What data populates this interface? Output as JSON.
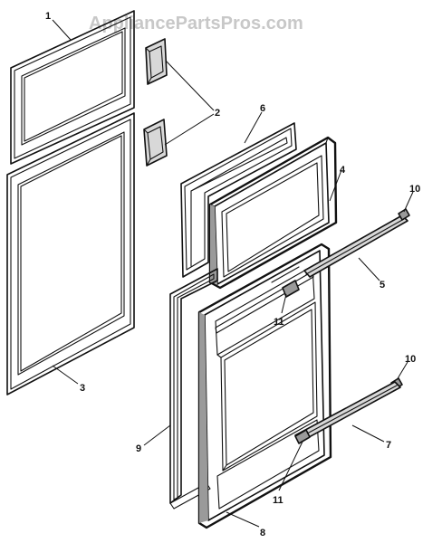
{
  "watermark": "AppliancePartsPros.com",
  "callouts": {
    "c1": "1",
    "c2": "2",
    "c3": "3",
    "c4": "4",
    "c5": "5",
    "c6": "6",
    "c7": "7",
    "c8": "8",
    "c9": "9",
    "c10a": "10",
    "c10b": "10",
    "c11a": "11",
    "c11b": "11"
  }
}
